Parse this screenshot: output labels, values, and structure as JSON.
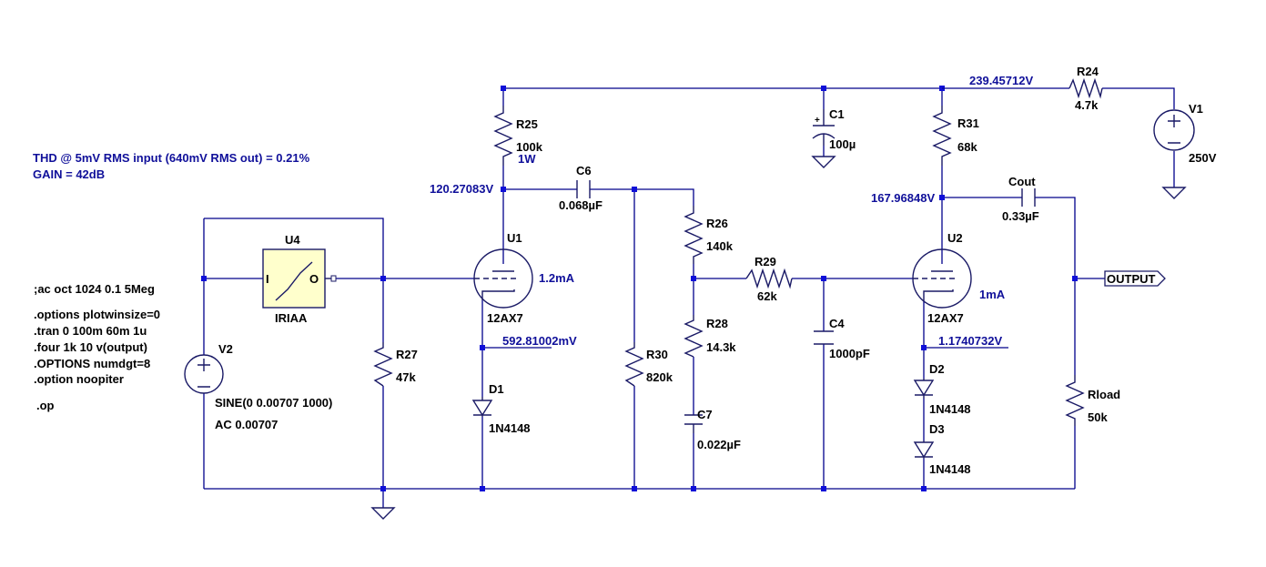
{
  "annotations": {
    "thd": "THD @ 5mV RMS input (640mV RMS out) = 0.21%",
    "gain": "GAIN = 42dB"
  },
  "directives": [
    ";ac oct 1024 0.1 5Meg",
    ".options plotwinsize=0",
    ".tran 0 100m 60m 1u",
    ".four 1k 10 v(output)",
    ".OPTIONS numdgt=8",
    ".option noopiter",
    ".op"
  ],
  "node_voltages": {
    "supply": "239.45712V",
    "u1_plate": "120.27083V",
    "u1_cathode": "592.81002mV",
    "u2_plate": "167.96848V",
    "u2_cathode": "1.1740732V"
  },
  "currents": {
    "u1": "1.2mA",
    "u2": "1mA"
  },
  "components": {
    "r25": {
      "name": "R25",
      "value": "100k",
      "power": "1W"
    },
    "r24": {
      "name": "R24",
      "value": "4.7k"
    },
    "r31": {
      "name": "R31",
      "value": "68k"
    },
    "c1": {
      "name": "C1",
      "value": "100µ"
    },
    "v1": {
      "name": "V1",
      "value": "250V"
    },
    "c6": {
      "name": "C6",
      "value": "0.068µF"
    },
    "cout": {
      "name": "Cout",
      "value": "0.33µF"
    },
    "r26": {
      "name": "R26",
      "value": "140k"
    },
    "r29": {
      "name": "R29",
      "value": "62k"
    },
    "r28": {
      "name": "R28",
      "value": "14.3k"
    },
    "c7": {
      "name": "C7",
      "value": "0.022µF"
    },
    "c4": {
      "name": "C4",
      "value": "1000pF"
    },
    "r30": {
      "name": "R30",
      "value": "820k"
    },
    "r27": {
      "name": "R27",
      "value": "47k"
    },
    "u1": {
      "name": "U1",
      "value": "12AX7"
    },
    "u2": {
      "name": "U2",
      "value": "12AX7"
    },
    "u4": {
      "name": "U4",
      "value": "IRIAA",
      "pin_in": "I",
      "pin_out": "O"
    },
    "d1": {
      "name": "D1",
      "value": "1N4148"
    },
    "d2": {
      "name": "D2",
      "value": "1N4148"
    },
    "d3": {
      "name": "D3",
      "value": "1N4148"
    },
    "v2": {
      "name": "V2",
      "source": "SINE(0 0.00707 1000)",
      "ac": "AC 0.00707"
    },
    "rload": {
      "name": "Rload",
      "value": "50k"
    }
  },
  "output_label": "OUTPUT"
}
